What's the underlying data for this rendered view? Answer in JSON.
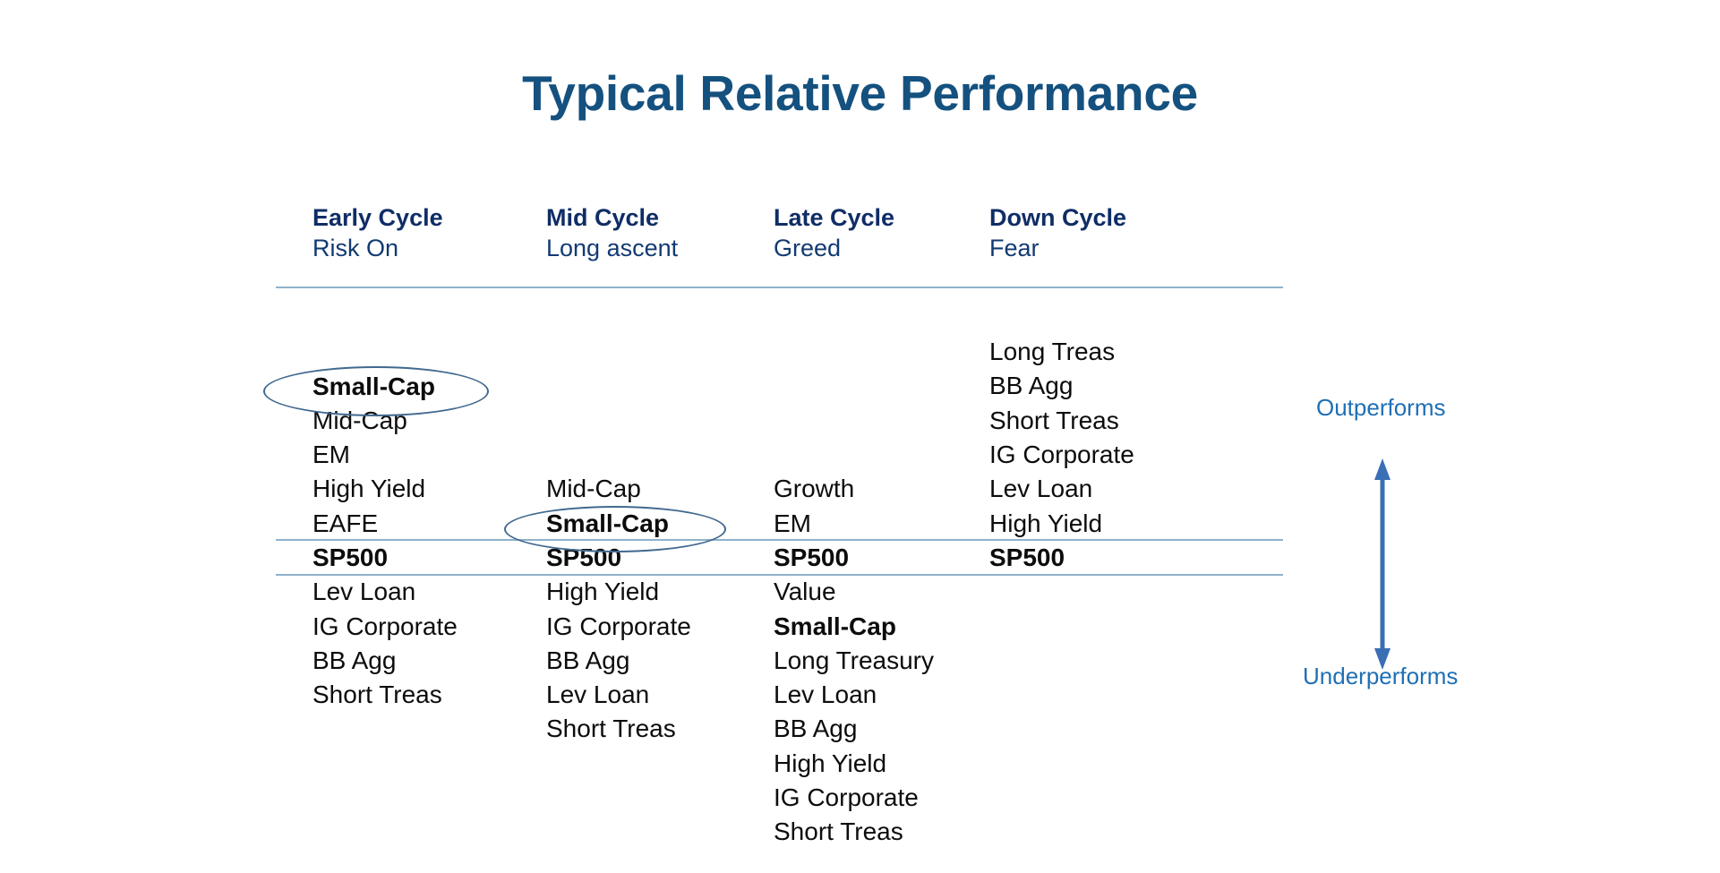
{
  "title": "Typical Relative Performance",
  "colors": {
    "title": "#14517f",
    "header": "#0f2d66",
    "subheader": "#123a72",
    "rule": "#8fb2cb",
    "ellipse": "#41698f",
    "legend_text": "#1f6fb5",
    "arrow": "#3a6fb5",
    "item_text": "#0c0c0c"
  },
  "columns": [
    {
      "header": "Early Cycle",
      "subheader": "Risk On",
      "above": [
        "Small-Cap",
        "Mid-Cap",
        "EM",
        "High Yield",
        "EAFE"
      ],
      "benchmark": "SP500",
      "below": [
        "Lev Loan",
        "IG Corporate",
        "BB Agg",
        "Short Treas"
      ],
      "bold_items": [
        "Small-Cap"
      ],
      "circled_item": "Small-Cap"
    },
    {
      "header": "Mid Cycle",
      "subheader": "Long ascent",
      "above": [
        "Mid-Cap",
        "Small-Cap"
      ],
      "benchmark": "SP500",
      "below": [
        "High Yield",
        "IG Corporate",
        "BB Agg",
        "Lev Loan",
        "Short Treas"
      ],
      "bold_items": [
        "Small-Cap"
      ],
      "circled_item": "Small-Cap"
    },
    {
      "header": "Late Cycle",
      "subheader": "Greed",
      "above": [
        "Growth",
        "EM"
      ],
      "benchmark": "SP500",
      "below": [
        "Value",
        "Small-Cap",
        "Long Treasury",
        "Lev Loan",
        "BB Agg",
        "High Yield",
        "IG Corporate",
        "Short Treas"
      ],
      "bold_items": [
        "Small-Cap"
      ],
      "circled_item": ""
    },
    {
      "header": "Down Cycle",
      "subheader": "Fear",
      "above": [
        "Long Treas",
        "BB Agg",
        "Short Treas",
        "IG Corporate",
        "Lev Loan",
        "High Yield"
      ],
      "benchmark": "SP500",
      "below": [],
      "bold_items": [],
      "circled_item": ""
    }
  ],
  "legend": {
    "outperforms": "Outperforms",
    "underperforms": "Underperforms",
    "arrow": "double-headed-vertical-arrow"
  }
}
